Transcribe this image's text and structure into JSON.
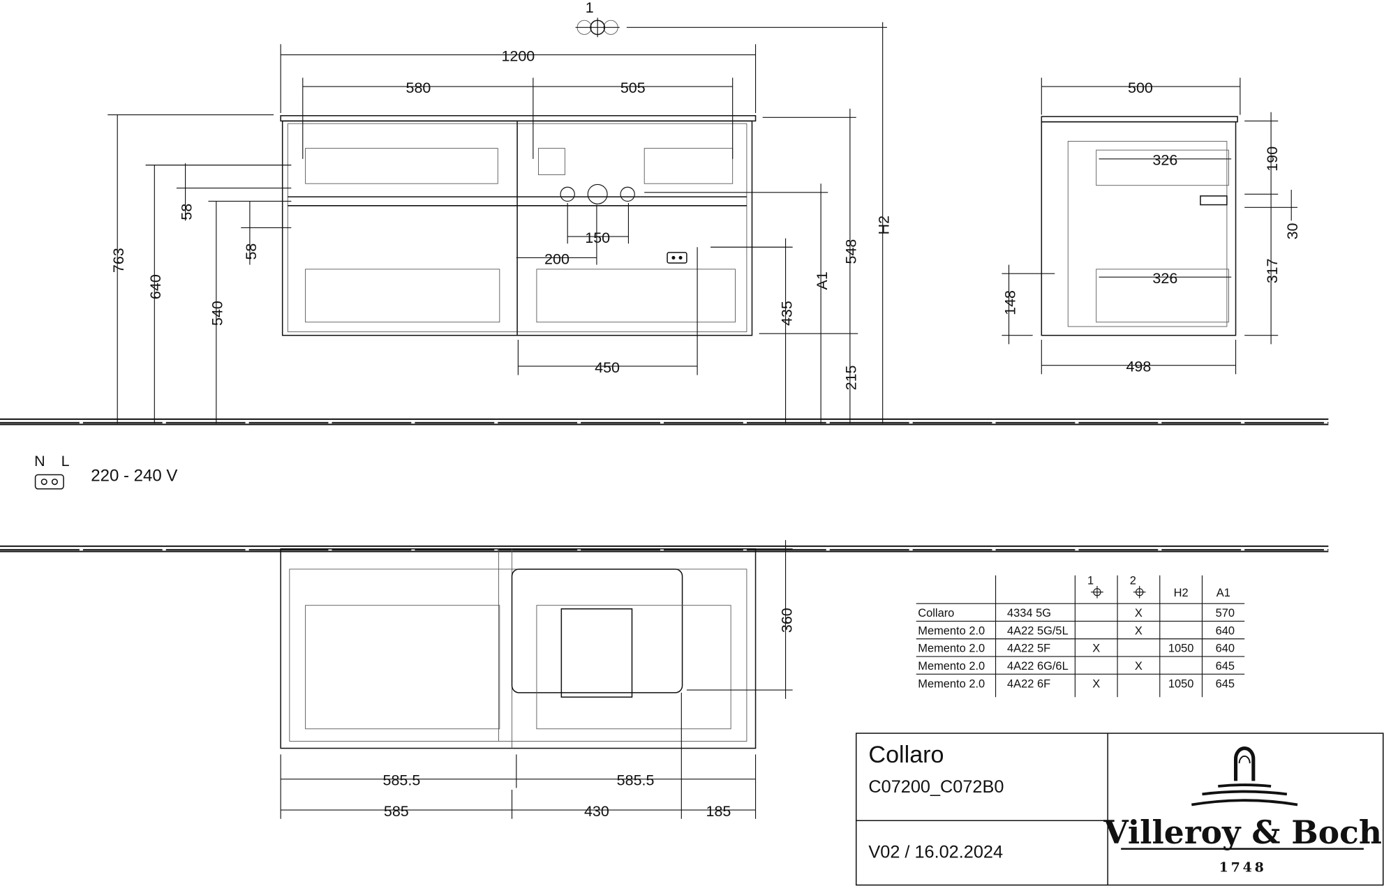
{
  "markers": {
    "tap_hole_1": "1"
  },
  "front_view": {
    "width_total": "1200",
    "width_left": "580",
    "width_right": "505",
    "height_total": "763",
    "h_640": "640",
    "h_540": "540",
    "h_58_a": "58",
    "h_58_b": "58",
    "spacing_150": "150",
    "offset_200": "200",
    "offset_450": "450",
    "h_435": "435",
    "a1_label": "A1",
    "h_548": "548",
    "h_215": "215",
    "h2_label": "H2"
  },
  "side_view": {
    "depth_top": "500",
    "depth_bottom": "498",
    "drawer_top": "326",
    "drawer_bottom": "326",
    "h_190": "190",
    "h_30": "30",
    "h_317": "317",
    "h_148": "148"
  },
  "electrical": {
    "n": "N",
    "l": "L",
    "voltage": "220 - 240 V"
  },
  "plan_view": {
    "depth": "360",
    "half_left": "585.5",
    "half_right": "585.5",
    "w_585": "585",
    "w_430": "430",
    "w_185": "185"
  },
  "table": {
    "headers": [
      "",
      "",
      "1",
      "2",
      "H2",
      "A1"
    ],
    "rows": [
      [
        "Collaro",
        "4334 5G",
        "",
        "X",
        "",
        "570"
      ],
      [
        "Memento 2.0",
        "4A22 5G/5L",
        "",
        "X",
        "",
        "640"
      ],
      [
        "Memento 2.0",
        "4A22 5F",
        "X",
        "",
        "1050",
        "640"
      ],
      [
        "Memento 2.0",
        "4A22 6G/6L",
        "",
        "X",
        "",
        "645"
      ],
      [
        "Memento 2.0",
        "4A22 6F",
        "X",
        "",
        "1050",
        "645"
      ]
    ]
  },
  "title_block": {
    "product": "Collaro",
    "code": "C07200_C072B0",
    "version": "V02 / 16.02.2024",
    "brand": "Villeroy & Boch",
    "year": "1748"
  }
}
